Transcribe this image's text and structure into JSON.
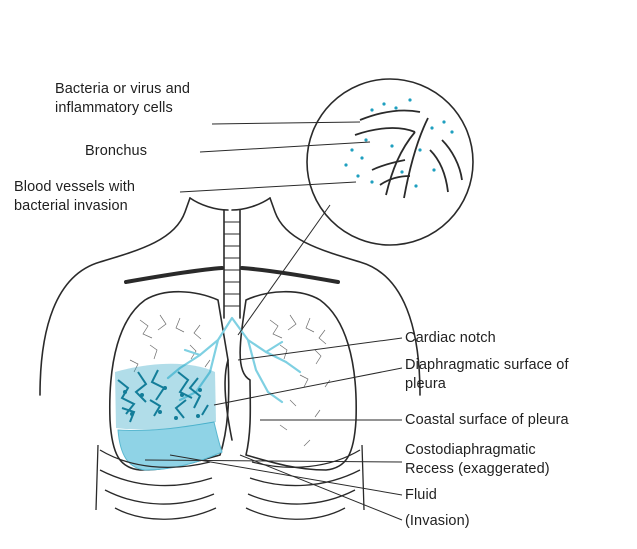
{
  "labels": {
    "bacteria_line1": "Bacteria or virus and",
    "bacteria_line2": "inflammatory cells",
    "bronchus": "Bronchus",
    "blood_vessels_line1": "Blood vessels with",
    "blood_vessels_line2": "bacterial invasion",
    "cardiac_notch": "Cardiac notch",
    "diaphragmatic_line1": "Diaphragmatic surface of",
    "diaphragmatic_line2": "pleura",
    "coastal_surface": "Coastal surface of pleura",
    "costodiaphragmatic_line1": "Costodiaphragmatic",
    "costodiaphragmatic_line2": "Recess (exaggerated)",
    "fluid": "Fluid",
    "invasion": "(Invasion)"
  },
  "colors": {
    "ink": "#2a2a2a",
    "infection": "#1f9fbf",
    "fluid": "#8fd3e6",
    "vessels": "#7fd0e2",
    "background": "#ffffff"
  }
}
